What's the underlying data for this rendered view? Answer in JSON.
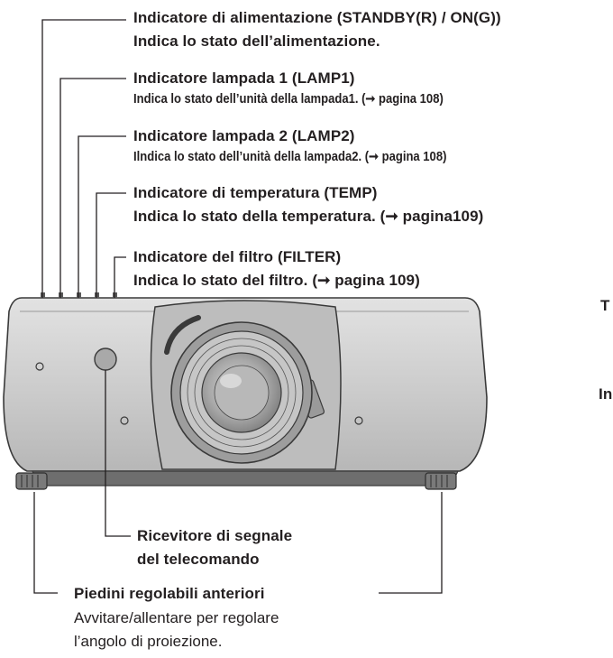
{
  "callouts": [
    {
      "id": "power",
      "title": "Indicatore di alimentazione (STANDBY(R) / ON(G))",
      "desc": "Indica lo stato dell’alimentazione."
    },
    {
      "id": "lamp1",
      "title": "Indicatore lampada 1 (LAMP1)",
      "desc": "Indica lo stato dell’unità della lampada1. (➞ pagina 108)"
    },
    {
      "id": "lamp2",
      "title": "Indicatore lampada 2 (LAMP2)",
      "desc": "Ilndica lo stato dell’unità della lampada2. (➞ pagina 108)"
    },
    {
      "id": "temp",
      "title": "Indicatore di temperatura (TEMP)",
      "desc": "Indica lo stato della temperatura. (➞ pagina109)"
    },
    {
      "id": "filter",
      "title": "Indicatore del filtro (FILTER)",
      "desc": "Indica lo stato del filtro. (➞ pagina 109)"
    }
  ],
  "receiver": {
    "line1": "Ricevitore di segnale",
    "line2": "del telecomando"
  },
  "feet": {
    "title": "Piedini regolabili anteriori",
    "desc1": "Avvitare/allentare per regolare",
    "desc2": "l’angolo di proiezione."
  },
  "cutoff": {
    "right1": "T",
    "right2": "In"
  },
  "colors": {
    "ink": "#231f20",
    "body": "#c8c8c8",
    "body_dark": "#8c8c8c",
    "lens": "#b4b4b4"
  }
}
